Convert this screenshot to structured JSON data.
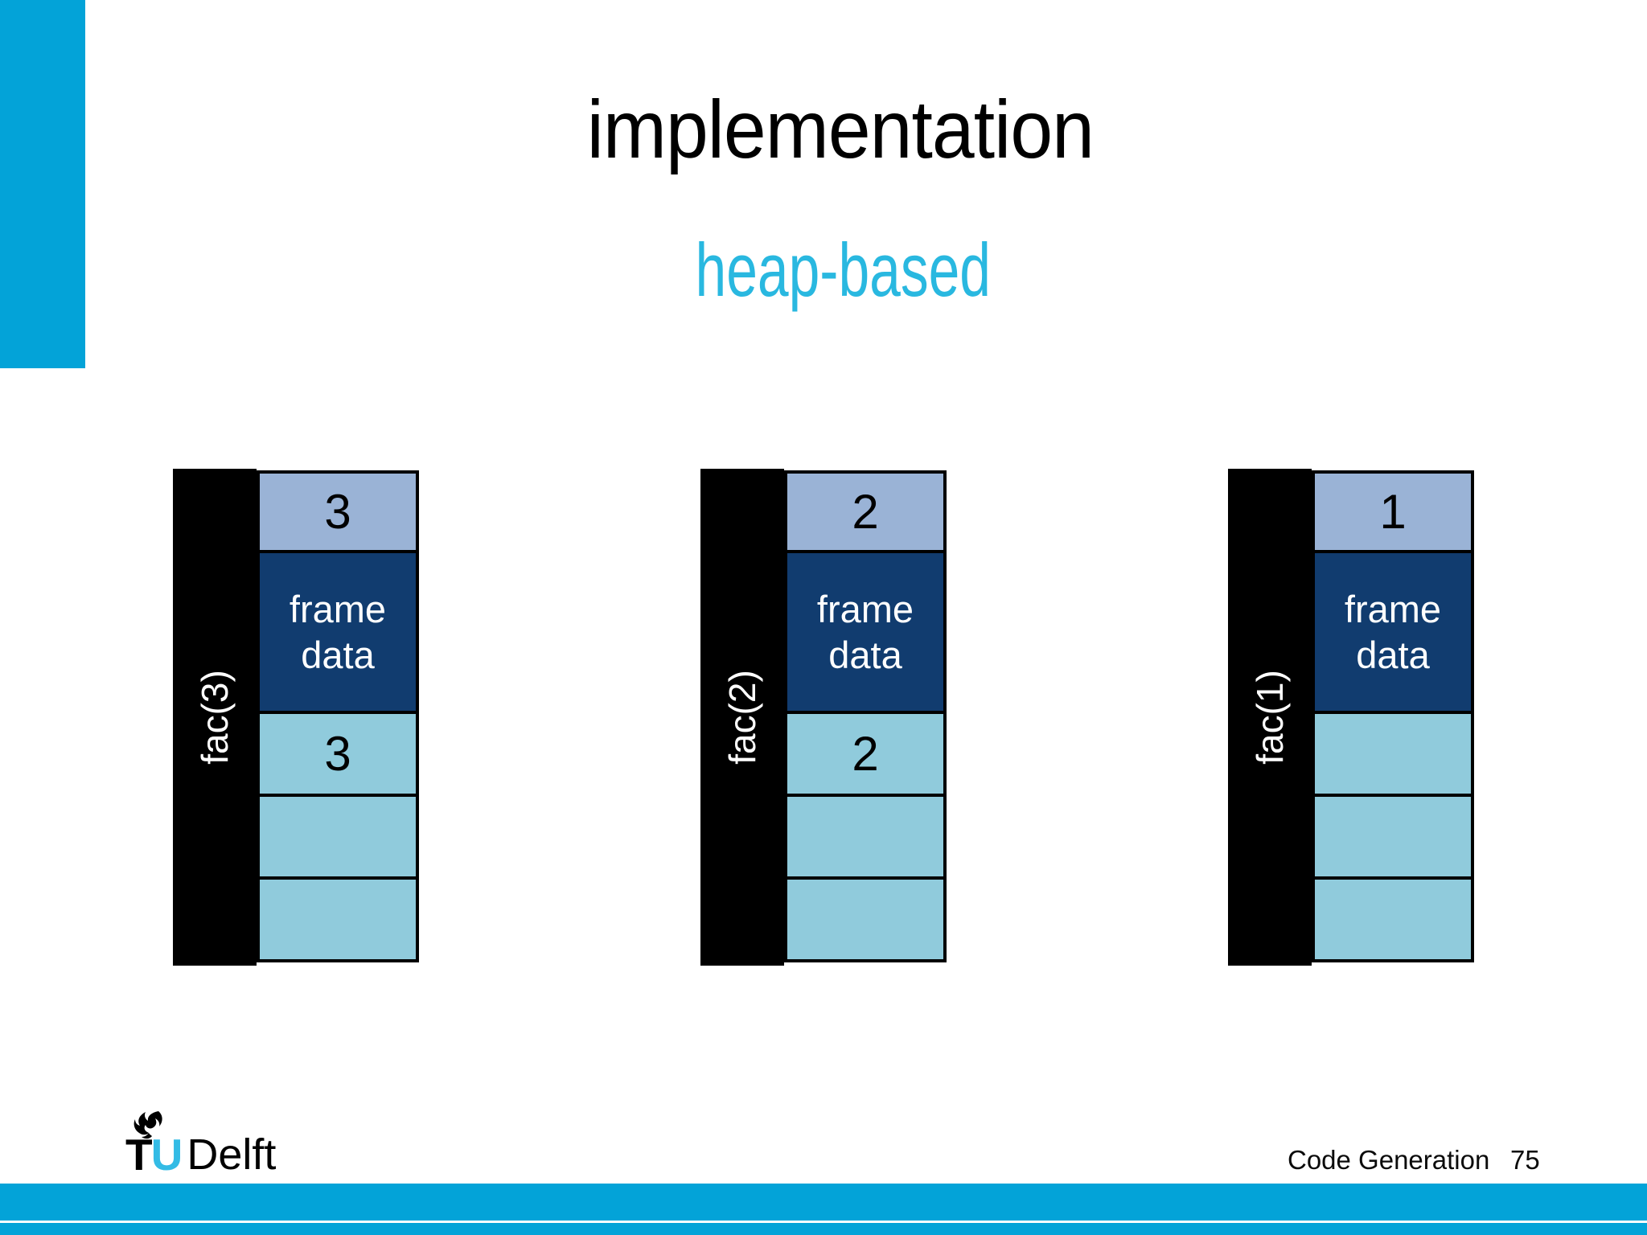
{
  "slide": {
    "title": "implementation",
    "subtitle": "heap-based"
  },
  "colors": {
    "accent_cyan": "#03a3d8",
    "subtitle_cyan": "#29b8e0",
    "logo_u_cyan": "#33bbe5",
    "value_cell_bg": "#9ab3d6",
    "frame_data_bg": "#113c6f",
    "slot_cell_bg": "#90cbdc",
    "frame_bar_bg": "#000000",
    "cell_border": "#000000"
  },
  "frames": [
    {
      "label": "fac(3)",
      "cells": [
        {
          "role": "argument",
          "text": "3"
        },
        {
          "role": "frame-data",
          "text": "frame data"
        },
        {
          "role": "slot",
          "text": "3"
        },
        {
          "role": "slot",
          "text": ""
        },
        {
          "role": "slot",
          "text": ""
        }
      ]
    },
    {
      "label": "fac(2)",
      "cells": [
        {
          "role": "argument",
          "text": "2"
        },
        {
          "role": "frame-data",
          "text": "frame data"
        },
        {
          "role": "slot",
          "text": "2"
        },
        {
          "role": "slot",
          "text": ""
        },
        {
          "role": "slot",
          "text": ""
        }
      ]
    },
    {
      "label": "fac(1)",
      "cells": [
        {
          "role": "argument",
          "text": "1"
        },
        {
          "role": "frame-data",
          "text": "frame data"
        },
        {
          "role": "slot",
          "text": ""
        },
        {
          "role": "slot",
          "text": ""
        },
        {
          "role": "slot",
          "text": ""
        }
      ]
    }
  ],
  "footer": {
    "logo_tu": "TU",
    "logo_delft": "Delft",
    "course": "Code Generation",
    "page": "75"
  },
  "icons": {
    "flame": "tu-delft-flame-icon"
  }
}
